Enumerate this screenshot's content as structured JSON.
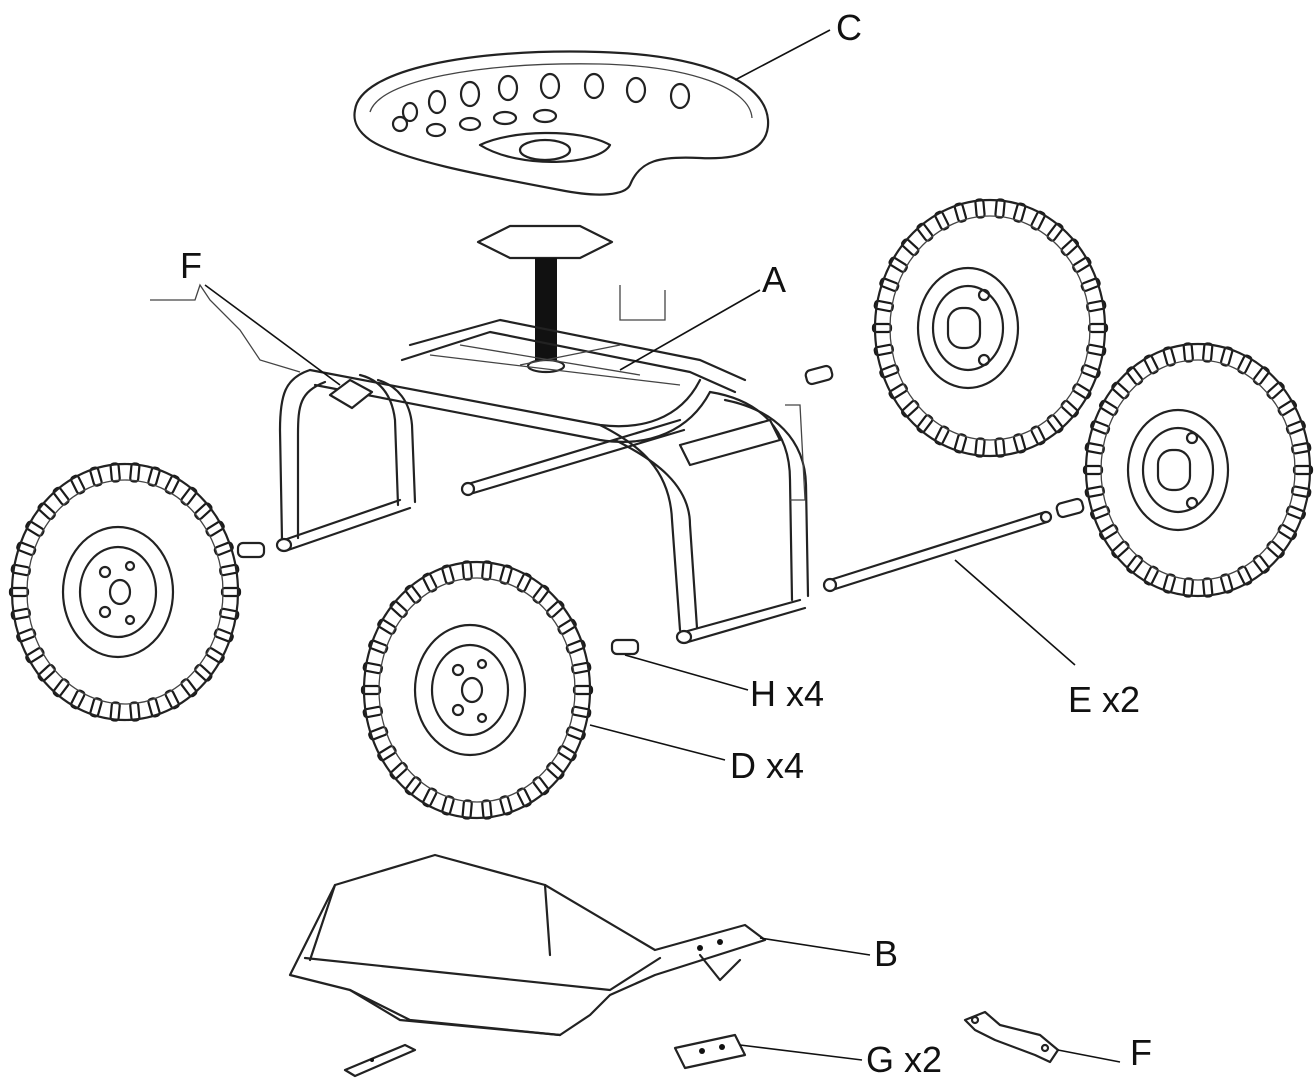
{
  "labels": {
    "seat": "C",
    "frame": "A",
    "bracket_top": "F",
    "wheel": "D x4",
    "washer": "H x4",
    "axle": "E x2",
    "tray": "B",
    "plate": "G x2",
    "bracket_bottom": "F"
  },
  "parts": [
    {
      "id": "C",
      "name": "seat"
    },
    {
      "id": "A",
      "name": "frame"
    },
    {
      "id": "B",
      "name": "tray"
    },
    {
      "id": "D",
      "name": "wheel",
      "qty": 4
    },
    {
      "id": "E",
      "name": "axle",
      "qty": 2
    },
    {
      "id": "F",
      "name": "bracket"
    },
    {
      "id": "G",
      "name": "plate",
      "qty": 2
    },
    {
      "id": "H",
      "name": "spacer",
      "qty": 4
    }
  ]
}
